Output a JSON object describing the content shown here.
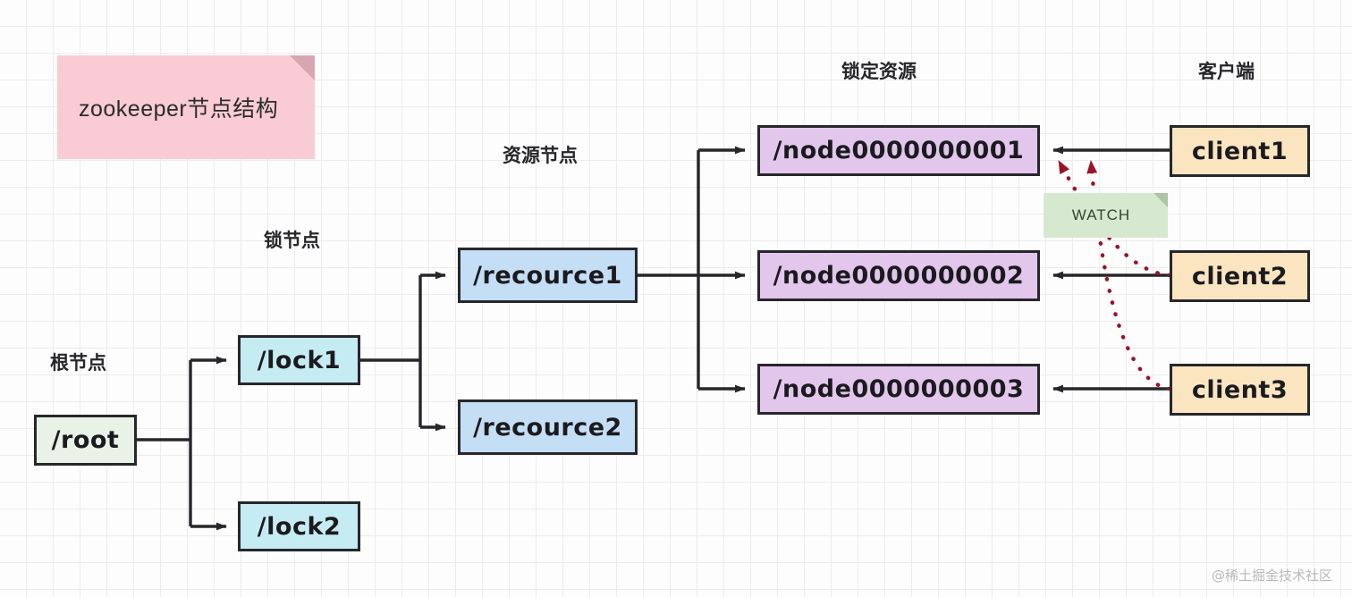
{
  "diagram": {
    "title_note": "zookeeper节点结构",
    "watermark": "@稀土掘金技术社区",
    "watch_note": "WATCH",
    "captions": {
      "root": "根节点",
      "lock": "锁节点",
      "resource": "资源节点",
      "locked_resource": "锁定资源",
      "client": "客户端"
    },
    "nodes": {
      "root": "/root",
      "lock1": "/lock1",
      "lock2": "/lock2",
      "recource1": "/recource1",
      "recource2": "/recource2",
      "node1": "/node0000000001",
      "node2": "/node0000000002",
      "node3": "/node0000000003",
      "client1": "client1",
      "client2": "client2",
      "client3": "client3"
    },
    "colors": {
      "root_fill": "#e8f2e6",
      "lock_fill": "#c5ecf2",
      "resource_fill": "#c4def5",
      "znode_fill": "#e2c6ec",
      "client_fill": "#fae5c0",
      "stroke": "#27272b",
      "watch_stroke": "#9b1228",
      "title_note_fill": "#f9ccd5",
      "watch_note_fill": "#d7e8d0",
      "grid": "#ececec"
    }
  }
}
